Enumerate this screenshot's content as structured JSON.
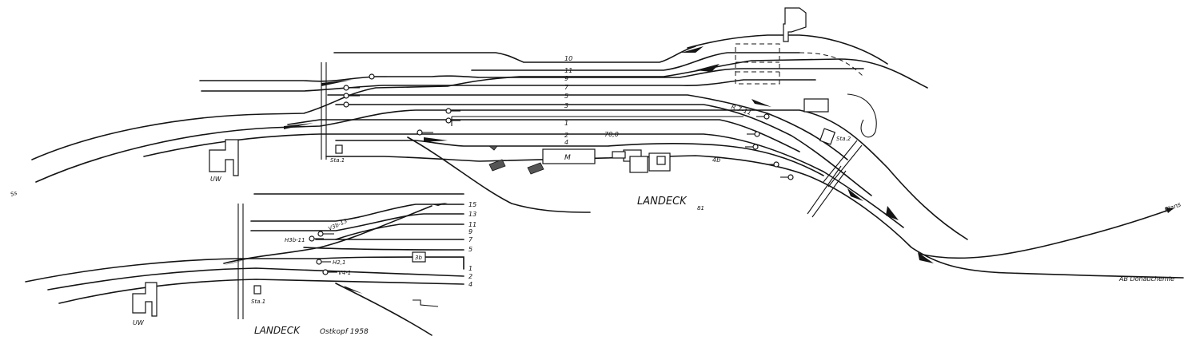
{
  "main_plan": {
    "title": "LANDECK",
    "figure_number": "81",
    "destination_left": "Ss",
    "destination_right_upper": "Plans",
    "destination_right_lower": "AB Donauchemie",
    "track_numbers": [
      "10",
      "11",
      "9",
      "7",
      "5",
      "3",
      "1",
      "2",
      "4",
      "4b"
    ],
    "signal_labels": {
      "rt": "R 7-11",
      "speed": "70,0"
    },
    "station_markers": {
      "sta1": "Sta.1",
      "sta2": "Sta.2"
    },
    "buildings": {
      "uw": "UW",
      "m": "M"
    }
  },
  "inset_plan": {
    "title": "LANDECK",
    "subtitle": "Ostkopf 1958",
    "track_numbers": [
      "15",
      "13",
      "11",
      "9",
      "7",
      "5",
      "1",
      "2",
      "4"
    ],
    "signal_labels": {
      "v3b": "V3b-13",
      "h3b": "H3b-11",
      "h21": "H2,1",
      "v41": "V4-1"
    },
    "siding_box": "3b",
    "station_marker": "Sta.1",
    "building_uw": "UW"
  }
}
